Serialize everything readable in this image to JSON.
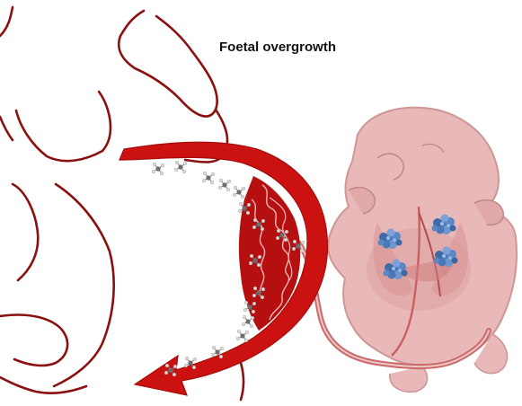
{
  "title": "Foetal overgrowth",
  "colors": {
    "outline": "#8b1010",
    "arrow": "#cc1111",
    "arrow_dark": "#a50d0d",
    "vessel_line": "#f2b7b7",
    "foetus_fill": "#e9b8b8",
    "foetus_stroke": "#cf9696",
    "molecule": "#9b9b9b",
    "protein": "#4a78b8"
  },
  "icons": {
    "arrow": "curved-transfer-arrow",
    "molecule": "glucose-molecule-icon",
    "protein": "fat-deposit-cluster-icon",
    "placenta": "placenta-icon",
    "foetus": "foetus-illustration",
    "mother": "mother-outline"
  }
}
